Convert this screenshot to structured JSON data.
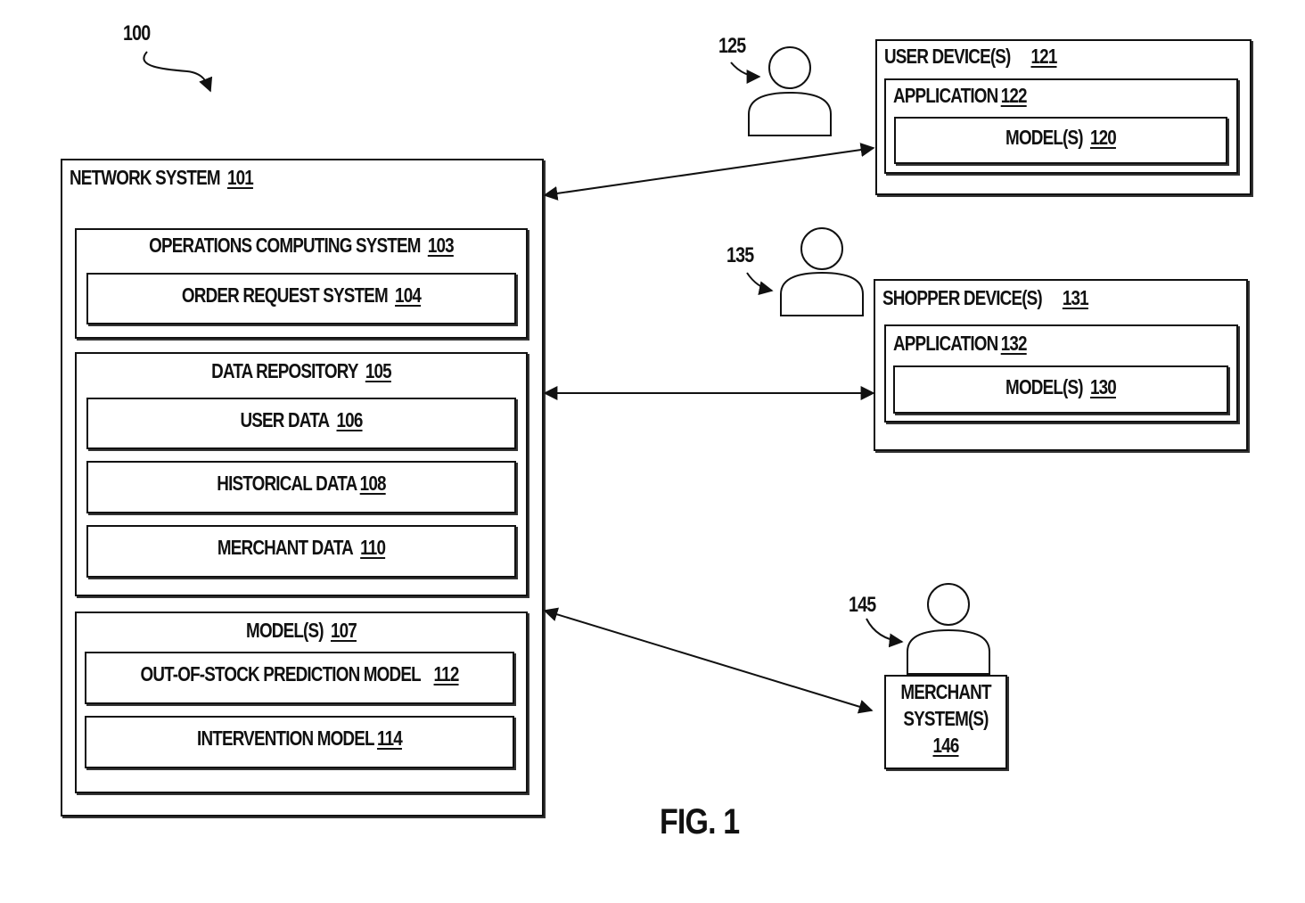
{
  "figure_ref": "100",
  "figure_caption": "FIG. 1",
  "network_system": {
    "title": "NETWORK SYSTEM",
    "ref": "101",
    "operations": {
      "title": "OPERATIONS COMPUTING SYSTEM",
      "ref": "103",
      "order_request": {
        "title": "ORDER REQUEST SYSTEM",
        "ref": "104"
      }
    },
    "data_repository": {
      "title": "DATA REPOSITORY",
      "ref": "105",
      "items": [
        {
          "title": "USER DATA",
          "ref": "106"
        },
        {
          "title": "HISTORICAL DATA",
          "ref": "108"
        },
        {
          "title": "MERCHANT DATA",
          "ref": "110"
        }
      ]
    },
    "models": {
      "title": "MODEL(S)",
      "ref": "107",
      "items": [
        {
          "title": "OUT-OF-STOCK PREDICTION MODEL",
          "ref": "112"
        },
        {
          "title": "INTERVENTION MODEL",
          "ref": "114"
        }
      ]
    }
  },
  "user_device": {
    "title": "USER DEVICE(S)",
    "ref": "121",
    "application": {
      "title": "APPLICATION",
      "ref": "122"
    },
    "model": {
      "title": "MODEL(S)",
      "ref": "120"
    },
    "person_ref": "125"
  },
  "shopper_device": {
    "title": "SHOPPER DEVICE(S)",
    "ref": "131",
    "application": {
      "title": "APPLICATION",
      "ref": "132"
    },
    "model": {
      "title": "MODEL(S)",
      "ref": "130"
    },
    "person_ref": "135"
  },
  "merchant_system": {
    "line1": "MERCHANT",
    "line2": "SYSTEM(S)",
    "ref": "146",
    "person_ref": "145"
  }
}
